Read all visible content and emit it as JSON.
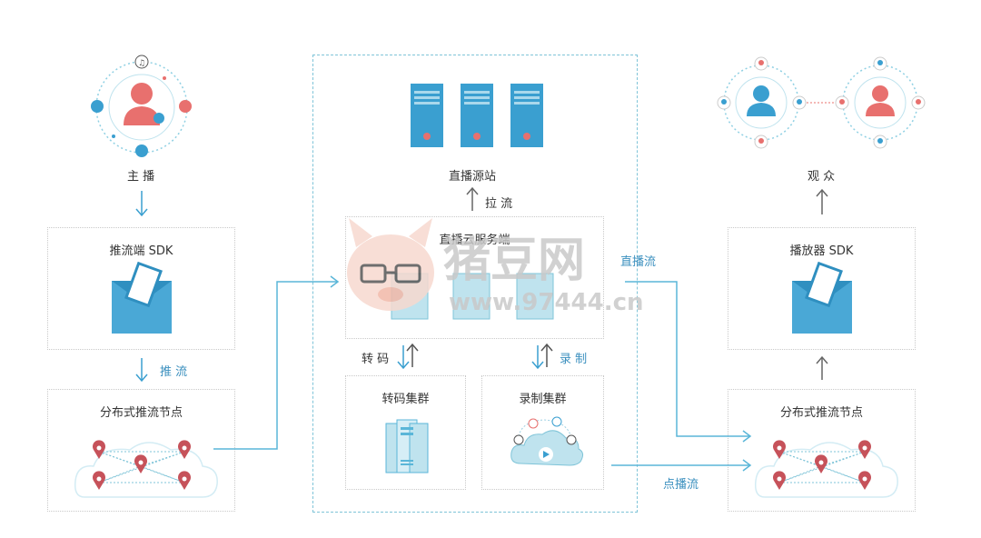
{
  "anchor": {
    "label": "主 播"
  },
  "push_sdk": {
    "title": "推流端 SDK"
  },
  "push_arrow": {
    "label": "推 流"
  },
  "left_nodes": {
    "title": "分布式推流节点"
  },
  "origin": {
    "label": "直播源站"
  },
  "pull_arrow": {
    "label": "拉 流"
  },
  "live_cloud": {
    "title": "直播云服务端"
  },
  "transcode_arrow": {
    "label": "转 码"
  },
  "record_arrow": {
    "label": "录 制"
  },
  "transcode_cluster": {
    "title": "转码集群"
  },
  "record_cluster": {
    "title": "录制集群"
  },
  "live_stream": {
    "label": "直播流"
  },
  "vod_stream": {
    "label": "点播流"
  },
  "viewers": {
    "label": "观 众"
  },
  "player_sdk": {
    "title": "播放器 SDK"
  },
  "right_nodes": {
    "title": "分布式推流节点"
  },
  "watermark": {
    "brand": "猪豆网",
    "url": "www.97444.cn"
  },
  "colors": {
    "accent": "#3a9fd0",
    "line": "#5ab6d8",
    "person_red": "#e8706e",
    "pin": "#c6525a"
  }
}
